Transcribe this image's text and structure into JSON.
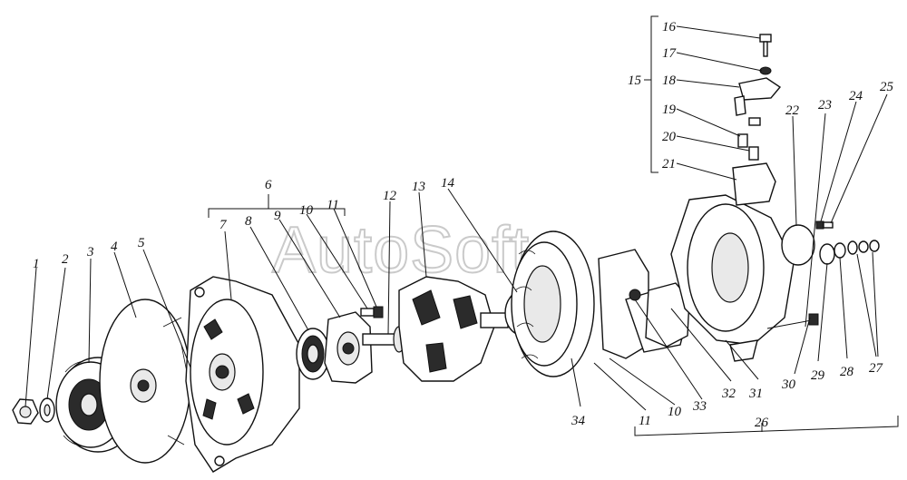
{
  "watermark": "AutoSoft",
  "callouts": [
    {
      "id": "1",
      "text": "1"
    },
    {
      "id": "2",
      "text": "2"
    },
    {
      "id": "3",
      "text": "3"
    },
    {
      "id": "4",
      "text": "4"
    },
    {
      "id": "5",
      "text": "5"
    },
    {
      "id": "6",
      "text": "6"
    },
    {
      "id": "7",
      "text": "7"
    },
    {
      "id": "8",
      "text": "8"
    },
    {
      "id": "9",
      "text": "9"
    },
    {
      "id": "10a",
      "text": "10"
    },
    {
      "id": "11a",
      "text": "11"
    },
    {
      "id": "12",
      "text": "12"
    },
    {
      "id": "13",
      "text": "13"
    },
    {
      "id": "14",
      "text": "14"
    },
    {
      "id": "15",
      "text": "15"
    },
    {
      "id": "16",
      "text": "16"
    },
    {
      "id": "17",
      "text": "17"
    },
    {
      "id": "18",
      "text": "18"
    },
    {
      "id": "19",
      "text": "19"
    },
    {
      "id": "20",
      "text": "20"
    },
    {
      "id": "21",
      "text": "21"
    },
    {
      "id": "22",
      "text": "22"
    },
    {
      "id": "23",
      "text": "23"
    },
    {
      "id": "24",
      "text": "24"
    },
    {
      "id": "25",
      "text": "25"
    },
    {
      "id": "26",
      "text": "26"
    },
    {
      "id": "27",
      "text": "27"
    },
    {
      "id": "28",
      "text": "28"
    },
    {
      "id": "29",
      "text": "29"
    },
    {
      "id": "30",
      "text": "30"
    },
    {
      "id": "31",
      "text": "31"
    },
    {
      "id": "32",
      "text": "32"
    },
    {
      "id": "33",
      "text": "33"
    },
    {
      "id": "34",
      "text": "34"
    },
    {
      "id": "11b",
      "text": "11"
    },
    {
      "id": "10b",
      "text": "10"
    }
  ]
}
